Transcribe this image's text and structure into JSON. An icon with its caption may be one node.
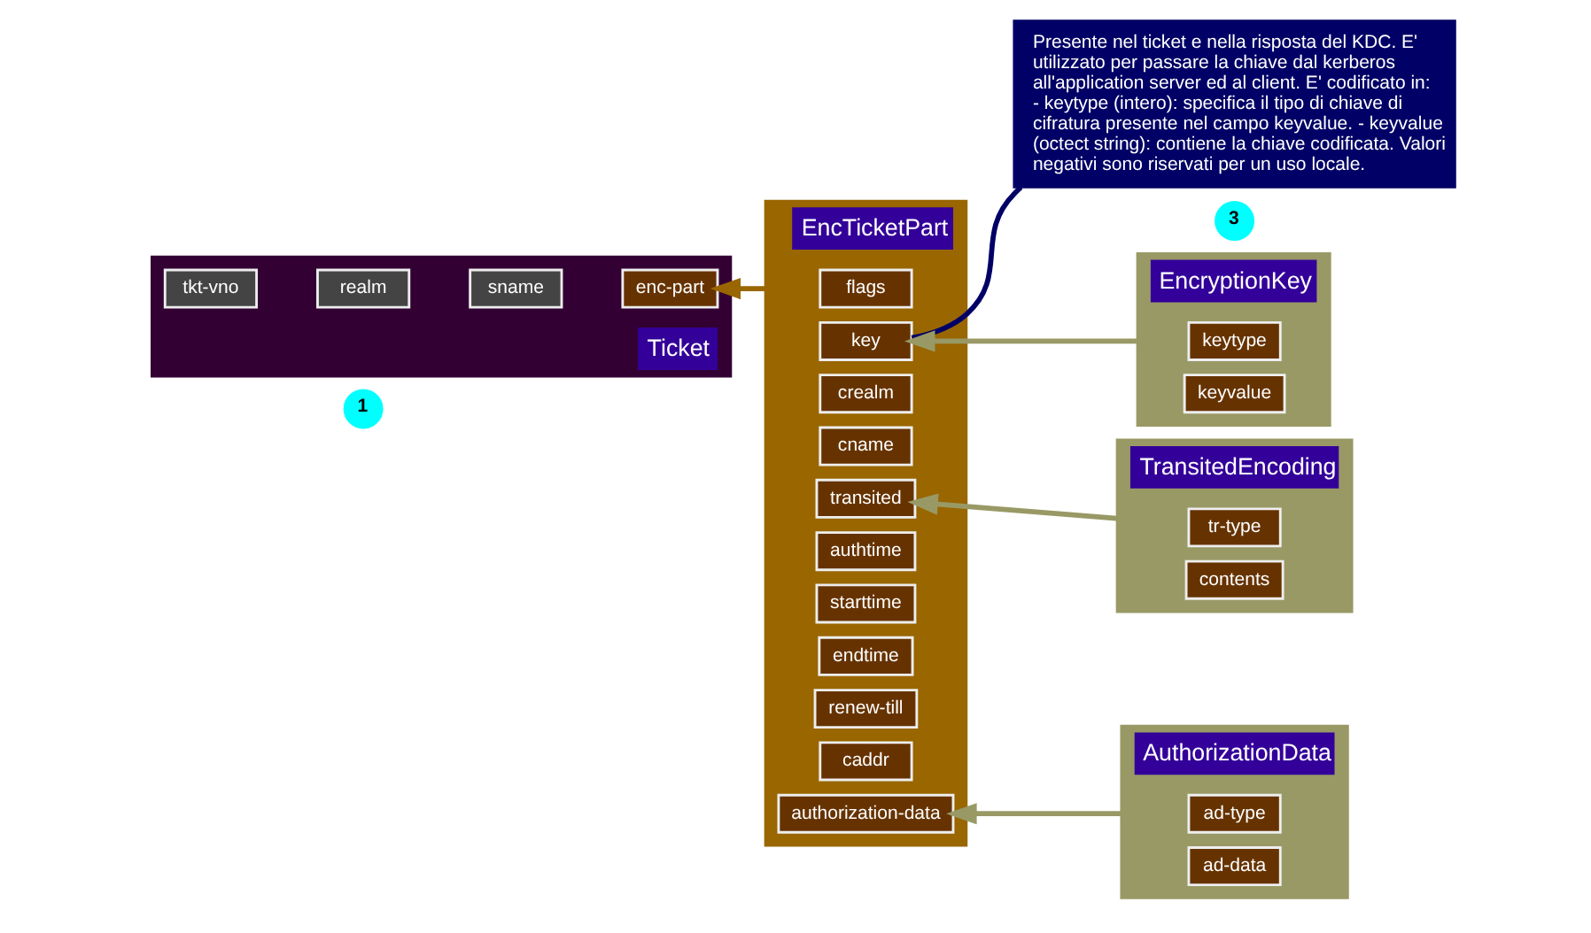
{
  "diagram": {
    "nodes": [
      {
        "text": [
          "Ticket"
        ]
      },
      {
        "text": [
          "tkt-vno"
        ],
        "in": 0
      },
      {
        "text": [
          "realm"
        ],
        "in": 0
      },
      {
        "text": [
          "sname"
        ],
        "in": 0
      },
      {
        "text": [
          "enc-part"
        ],
        "in": 0
      },
      {
        "text": [
          "1"
        ]
      },
      {
        "text": [
          "Presente nel ticket e nella risposta del KDC. E' utilizzato per passare la chiave dal kerberos all'application server ed al client. E' codificato in: - keytype (intero): specifica il tipo di chiave di cifratura presente nel campo keyvalue. - keyvalue (octect string): contiene la chiave codificata. Valori negativi sono riservati per un uso locale."
        ]
      },
      {
        "text": [
          "EncTicketPart"
        ]
      },
      {
        "text": [
          "flags"
        ],
        "in": 7
      },
      {
        "text": [
          "key"
        ],
        "in": 7
      },
      {
        "text": [
          "crealm"
        ],
        "in": 7
      },
      {
        "text": [
          "cname"
        ],
        "in": 7
      },
      {
        "text": [
          "transited"
        ],
        "in": 7
      },
      {
        "text": [
          "authtime"
        ],
        "in": 7
      },
      {
        "text": [
          "starttime"
        ],
        "in": 7
      },
      {
        "text": [
          "endtime"
        ],
        "in": 7
      },
      {
        "text": [
          "renew-till"
        ],
        "in": 7
      },
      {
        "text": [
          "caddr"
        ],
        "in": 7
      },
      {
        "text": [
          "authorization-data"
        ],
        "in": 7
      },
      {
        "text": [
          "3"
        ]
      },
      {
        "text": [
          "EncryptionKey"
        ]
      },
      {
        "text": [
          "keytype"
        ],
        "in": 20
      },
      {
        "text": [
          "keyvalue"
        ],
        "in": 20
      },
      {
        "text": [
          "TransitedEncoding"
        ]
      },
      {
        "text": [
          "tr-type"
        ],
        "in": 23
      },
      {
        "text": [
          "contents"
        ],
        "in": 23
      },
      {
        "text": [
          "AuthorizationData"
        ]
      },
      {
        "text": [
          "ad-type"
        ],
        "in": 26
      },
      {
        "text": [
          "ad-data"
        ],
        "in": 26
      }
    ],
    "edges": [
      {
        "from": 7,
        "to": 4,
        "arrow": "to",
        "color": "#996600"
      },
      {
        "from": 20,
        "to": 9,
        "arrow": "to"
      },
      {
        "from": 23,
        "to": 12,
        "arrow": "to"
      },
      {
        "from": 26,
        "to": 18,
        "arrow": "to"
      },
      {
        "from": 6,
        "to": 9,
        "arrow": "none",
        "color": "#000066"
      }
    ]
  }
}
